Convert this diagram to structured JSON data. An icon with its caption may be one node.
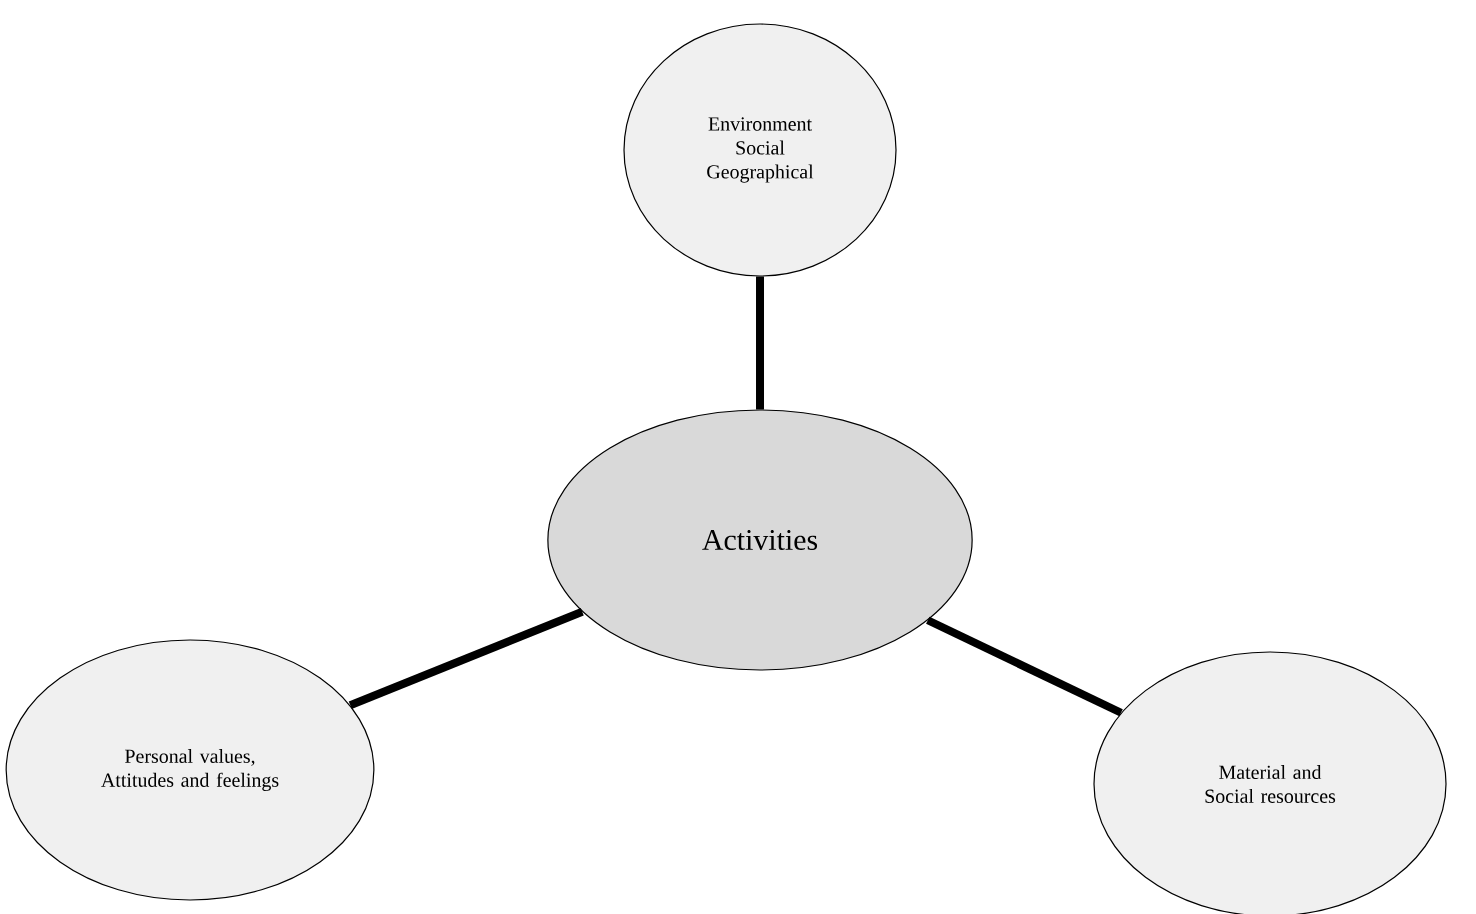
{
  "diagram": {
    "nodes": [
      {
        "text": [
          "Environment Social Geographical"
        ]
      },
      {
        "text": [
          "Activities"
        ]
      },
      {
        "text": [
          "Personal values, Attitudes and feelings"
        ]
      },
      {
        "text": [
          "Material and Social resources"
        ]
      }
    ],
    "edges": [
      {
        "from": 1,
        "to": 0,
        "arrow": "none"
      },
      {
        "from": 1,
        "to": 2,
        "arrow": "none"
      },
      {
        "from": 1,
        "to": 3,
        "arrow": "none"
      }
    ]
  }
}
